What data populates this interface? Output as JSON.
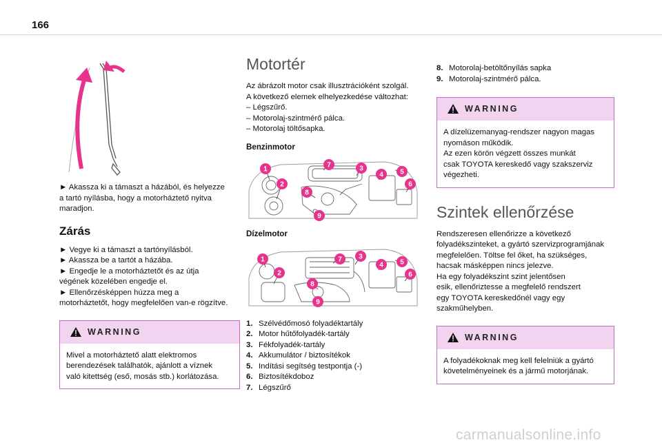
{
  "page": {
    "number": "166",
    "watermark": "carmanualsonline.info"
  },
  "col1": {
    "intro_lines": [
      "► Akassza ki a támaszt a házából, és helyezze",
      "a tartó nyílásba, hogy a motorháztető nyitva",
      "maradjon."
    ],
    "closing_title": "Zárás",
    "closing_lines": [
      "► Vegye ki a támaszt a tartónyílásból.",
      "► Akassza be a tartót a házába.",
      "► Engedje le a motorháztetőt és az útja",
      "végének közelében engedje el.",
      "► Ellenőrzésképpen húzza meg a",
      "motorháztetőt, hogy megfelelően van-e rögzítve."
    ],
    "warning": {
      "title": "WARNING",
      "lines": [
        "Mivel a motorháztető alatt elektromos",
        "berendezések találhatók, ajánlott a víznek",
        "való kitettség (eső, mosás stb.) korlátozása."
      ]
    }
  },
  "col2": {
    "title": "Motortér",
    "intro_lines": [
      "Az ábrázolt motor csak illusztrációként szolgál.",
      "A következő elemek elhelyezkedése változhat:",
      "– Légszűrő.",
      "– Motorolaj-szintmérő pálca.",
      "– Motorolaj töltősapka."
    ],
    "petrol_label": "Benzinmotor",
    "diesel_label": "Dízelmotor",
    "list": [
      {
        "num": "1.",
        "text": "Szélvédőmosó folyadéktartály"
      },
      {
        "num": "2.",
        "text": "Motor hűtőfolyadék-tartály"
      },
      {
        "num": "3.",
        "text": "Fékfolyadék-tartály"
      },
      {
        "num": "4.",
        "text": "Akkumulátor / biztosítékok"
      },
      {
        "num": "5.",
        "text": "Indítási segítség testpontja (-)"
      },
      {
        "num": "6.",
        "text": "Biztosítékdoboz"
      },
      {
        "num": "7.",
        "text": "Légszűrő"
      }
    ],
    "callouts": {
      "petrol": [
        "1",
        "2",
        "3",
        "4",
        "5",
        "6",
        "7",
        "8",
        "9"
      ],
      "diesel": [
        "1",
        "2",
        "3",
        "4",
        "5",
        "6",
        "7",
        "8",
        "9"
      ]
    }
  },
  "col3": {
    "list": [
      {
        "num": "8.",
        "text": "Motorolaj-betöltőnyílás sapka"
      },
      {
        "num": "9.",
        "text": "Motorolaj-szintmérő pálca."
      }
    ],
    "warning1": {
      "title": "WARNING",
      "lines": [
        "A dízelüzemanyag-rendszer nagyon magas",
        "nyomáson működik.",
        "Az ezen körön végzett összes munkát",
        "csak TOYOTA kereskedő vagy szakszerviz",
        "végezheti."
      ]
    },
    "levels_title": "Szintek ellenőrzése",
    "levels_lines": [
      "Rendszeresen ellenőrizze a következő",
      "folyadékszinteket, a gyártó szervizprogramjának",
      "megfelelően. Töltse fel őket, ha szükséges,",
      "hacsak másképpen nincs jelezve.",
      "Ha egy folyadékszint szint jelentősen",
      "esik, ellenőriztesse a megfelelő rendszert",
      "egy TOYOTA kereskedőnél vagy egy",
      "szakműhelyben."
    ],
    "warning2": {
      "title": "WARNING",
      "lines": [
        "A folyadékoknak meg kell felelniük a gyártó",
        "követelményeinek és a jármű motorjának."
      ]
    }
  },
  "colors": {
    "accent": "#e8338d",
    "warning_bg": "#f3d4f0",
    "warning_border": "#c26bc8"
  }
}
